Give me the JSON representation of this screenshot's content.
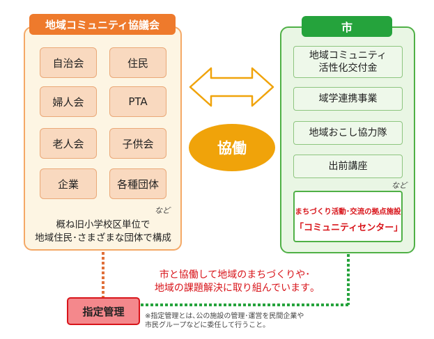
{
  "left": {
    "title": "地域コミュニティ協議会",
    "orgs": [
      "自治会",
      "住民",
      "婦人会",
      "PTA",
      "老人会",
      "子供会",
      "企業",
      "各種団体"
    ],
    "etc": "など",
    "note_line1": "概ね旧小学校区単位で",
    "note_line2": "地域住民･さまざまな団体で構成"
  },
  "center": {
    "label": "協働"
  },
  "right": {
    "title": "市",
    "programs": [
      "地域コミュニティ活性化交付金",
      "域学連携事業",
      "地域おこし協力隊",
      "出前講座"
    ],
    "program1_line1": "地域コミュニティ",
    "program1_line2": "活性化交付金",
    "etc": "など",
    "center_small": "まちづくり活動･交流の拠点施設",
    "center_main": "「コミュニティセンター」"
  },
  "message": {
    "line1": "市と協働して地域のまちづくりや･",
    "line2": "地域の課題解決に取り組んでいます｡"
  },
  "management": {
    "label": "指定管理",
    "note_line1": "※指定管理とは､公の施設の管理･運営を民間企業や",
    "note_line2": "市民グループなどに委任して行うこと｡"
  },
  "colors": {
    "orange": "#ee7a2c",
    "green": "#25a33c",
    "red": "#d8141a",
    "gold": "#f0a30a"
  }
}
